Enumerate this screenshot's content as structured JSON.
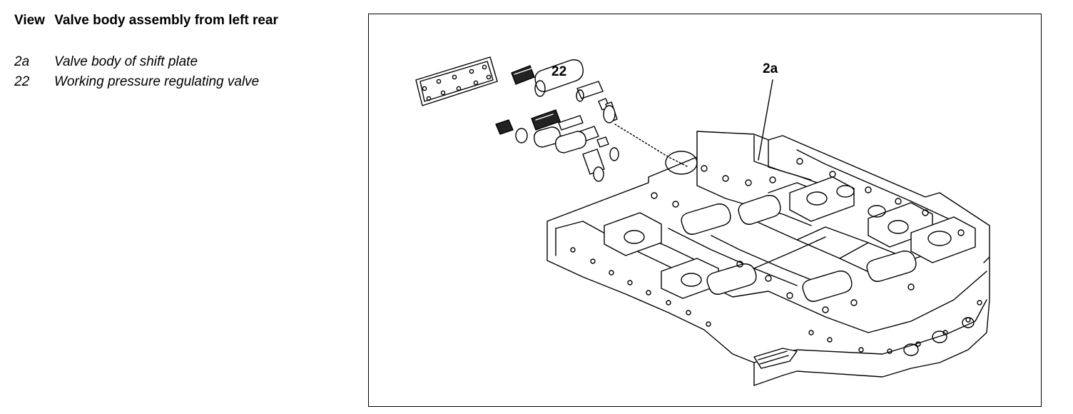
{
  "heading": {
    "view_word": "View",
    "title": "Valve body assembly from left rear"
  },
  "legend": [
    {
      "code": "2a",
      "text": "Valve body of shift plate"
    },
    {
      "code": "22",
      "text": "Working pressure regulating valve"
    }
  ],
  "figure": {
    "callouts": [
      {
        "id": "22",
        "label": "22"
      },
      {
        "id": "2a",
        "label": "2a"
      }
    ]
  }
}
